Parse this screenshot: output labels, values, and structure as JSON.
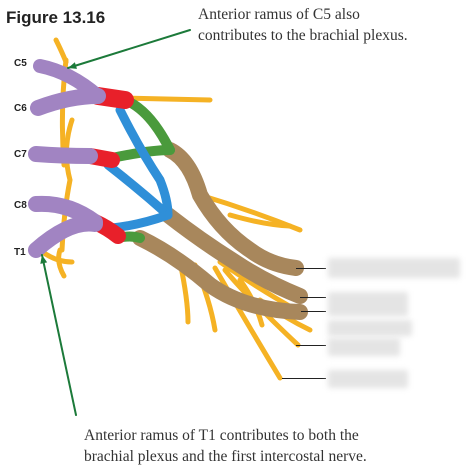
{
  "figure": {
    "title": "Figure 13.16"
  },
  "roots": [
    "C5",
    "C6",
    "C7",
    "C8",
    "T1"
  ],
  "captions": {
    "top": [
      "Anterior ramus of C5 also",
      "contributes to the brachial plexus."
    ],
    "bottom": [
      "Anterior ramus of T1 contributes to both the",
      "brachial plexus and the first intercostal nerve."
    ]
  },
  "colors": {
    "root": "#a184c2",
    "trunk": "#e8202a",
    "division_anterior": "#4a9a3c",
    "division_posterior": "#2f8fd8",
    "cord": "#a8875c",
    "nerve": "#f5b224",
    "arrow": "#1c7a3a",
    "leader": "#222222",
    "label_blank": "#e4e4e4"
  },
  "blank_label_count": 5
}
